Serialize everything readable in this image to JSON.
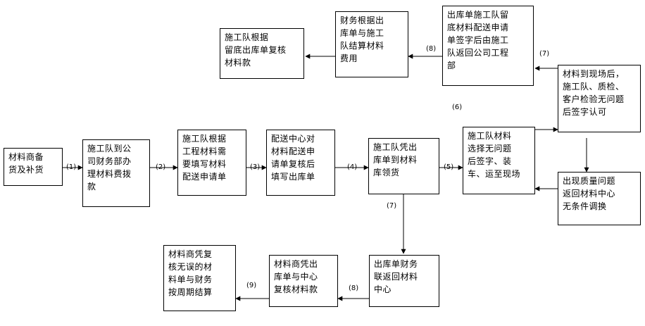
{
  "nodes": {
    "n1": "材料商备\n货及补货",
    "n2": "施工队到公\n司财务部办\n理材料费拨\n款",
    "n3": "施工队根据\n工程材料需\n要填写材料\n配送申请单",
    "n4": "配送中心对\n材料配送申\n请单复核后\n填写出库单",
    "n5": "施工队凭出\n库单到材料\n库领货",
    "n6": "施工队材料\n选择无问题\n后签字、装\n车、运至现场",
    "n7": "材料到现场后，\n施工队、质检、\n客户检验无问题\n后签字认可",
    "n8": "出现质量问题\n返回材料中心\n无条件调换",
    "n9": "出库单施工队留\n底材料配送申请\n单签字后由施工\n队返回公司工程\n部",
    "n10": "财务根据出\n库单与施工\n队结算材料\n费用",
    "n11": "施工队根据\n留底出库单复核\n材料款",
    "n12": "出库单财务\n联返回材料\n中心",
    "n13": "材料商凭出\n库单与中心\n复核材料款",
    "n14": "材料商凭复\n核无误的材\n料单与财务\n按周期结算"
  },
  "labels": {
    "l1": "(1)",
    "l2": "(2)",
    "l3": "(3)",
    "l4": "(4)",
    "l5": "(5)",
    "l6": "(6)",
    "l7a": "(7)",
    "l7b": "(7)",
    "l8a": "(8)",
    "l8b": "(8)",
    "l9": "(9)"
  }
}
